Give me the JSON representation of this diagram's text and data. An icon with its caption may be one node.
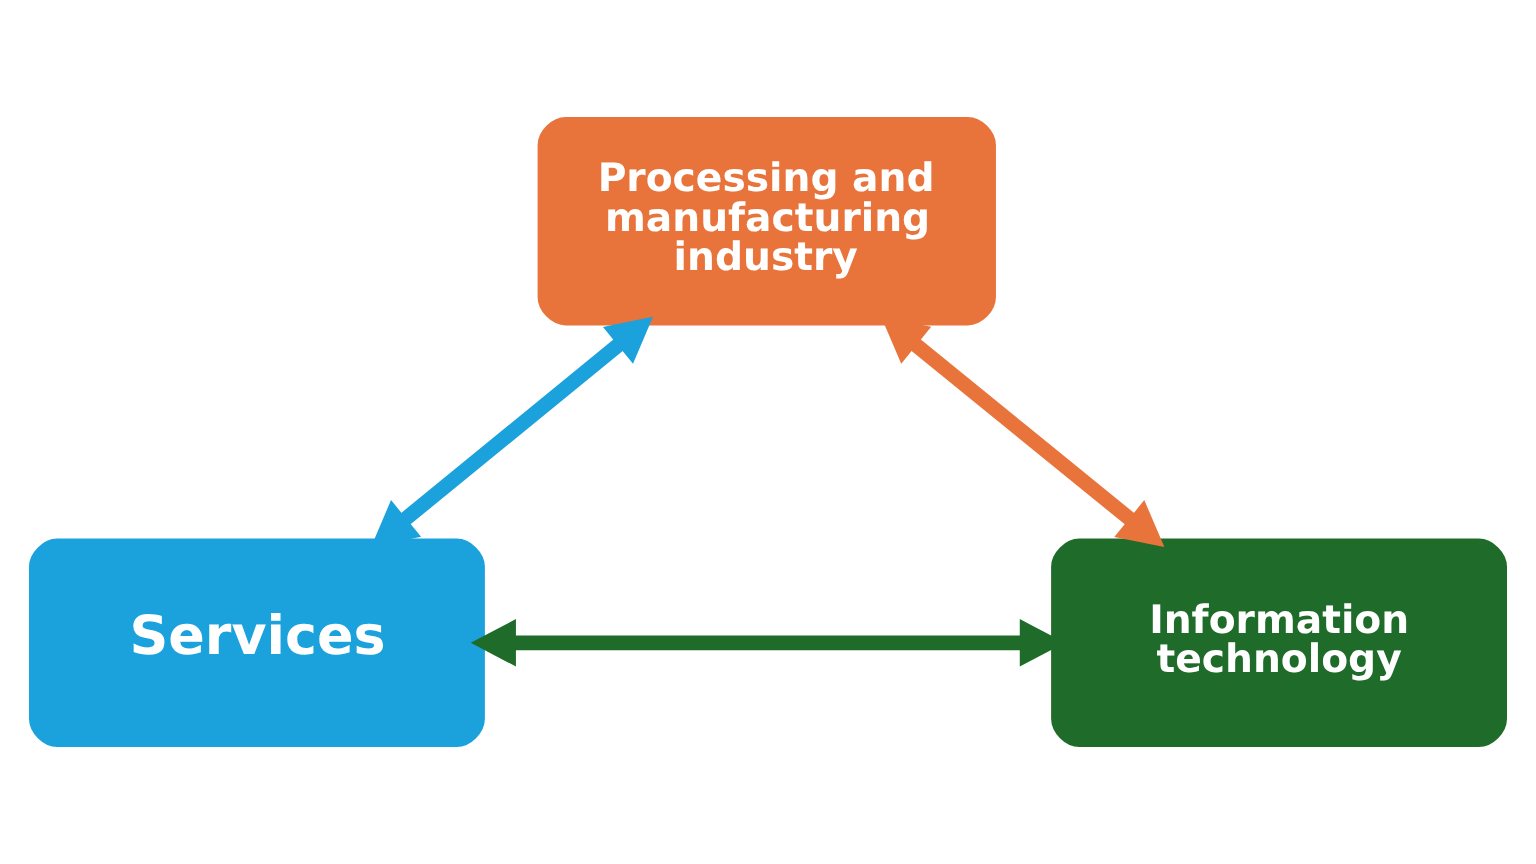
{
  "diagram": {
    "nodes": [
      {
        "text": [
          "Processing and manufacturing industry"
        ]
      },
      {
        "text": [
          "Services"
        ]
      },
      {
        "text": [
          "Information technology"
        ]
      }
    ],
    "edges": [
      {
        "from": 0,
        "to": 1,
        "arrow": "both",
        "color": "#1ba1db"
      },
      {
        "from": 0,
        "to": 2,
        "arrow": "both",
        "color": "#e8743b"
      },
      {
        "from": 1,
        "to": 2,
        "arrow": "both",
        "color": "#1e6b2a"
      }
    ]
  }
}
